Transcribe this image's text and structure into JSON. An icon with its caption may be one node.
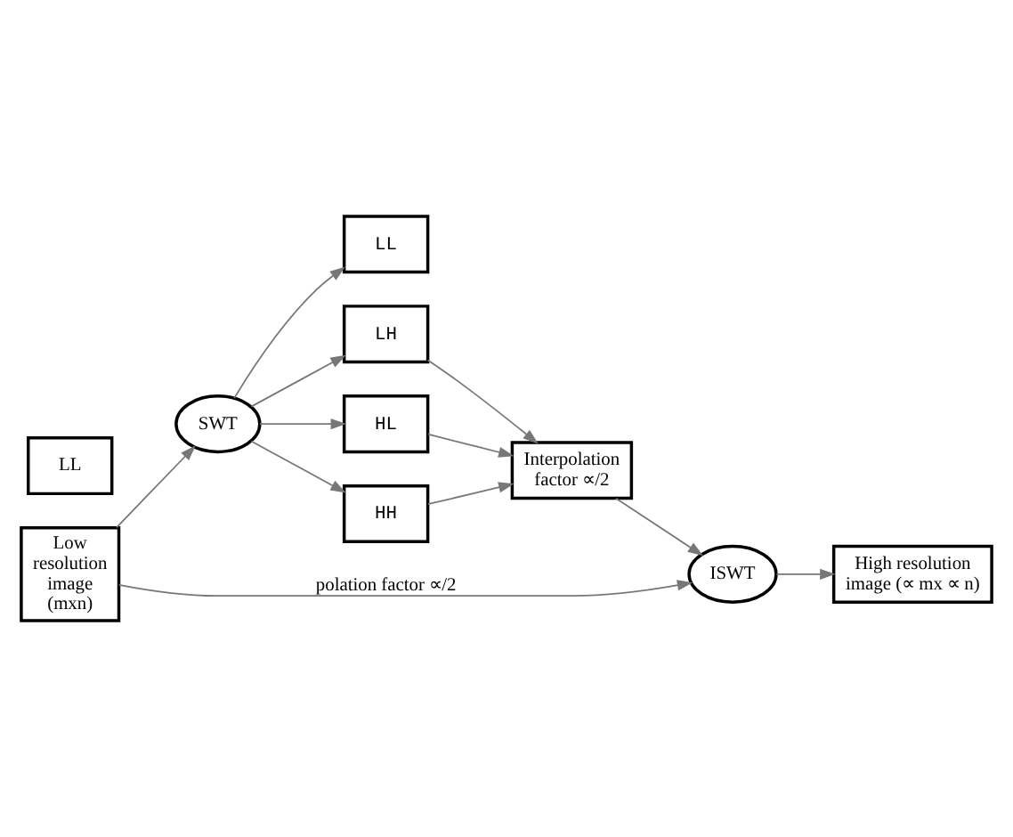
{
  "diagram": {
    "nodes": [
      {
        "text": [
          "LL"
        ]
      },
      {
        "text": [
          "Low resolution image (mxn)"
        ]
      },
      {
        "text": [
          "SWT"
        ]
      },
      {
        "text": [
          "LH"
        ]
      },
      {
        "text": [
          "Interpolation factor ∝/2"
        ]
      },
      {
        "text": [
          "HL"
        ]
      },
      {
        "text": [
          "HH"
        ]
      },
      {
        "text": [
          "LL"
        ]
      },
      {
        "text": [
          "ISWT"
        ]
      },
      {
        "text": [
          "High resolution image (∝ mx ∝ n)"
        ]
      }
    ],
    "edges": [
      {
        "from": 1,
        "to": 2,
        "arrow": "to"
      },
      {
        "from": 2,
        "to": 0,
        "arrow": "to"
      },
      {
        "from": 2,
        "to": 3,
        "arrow": "to"
      },
      {
        "from": 2,
        "to": 5,
        "arrow": "to"
      },
      {
        "from": 2,
        "to": 6,
        "arrow": "to"
      },
      {
        "from": 3,
        "to": 4,
        "arrow": "to"
      },
      {
        "from": 5,
        "to": 4,
        "arrow": "to"
      },
      {
        "from": 6,
        "to": 4,
        "arrow": "to"
      },
      {
        "from": 4,
        "to": 8,
        "arrow": "to"
      },
      {
        "from": 1,
        "to": 8,
        "arrow": "to",
        "label": "polation factor ∝/2"
      },
      {
        "from": 8,
        "to": 9,
        "arrow": "to"
      }
    ]
  }
}
